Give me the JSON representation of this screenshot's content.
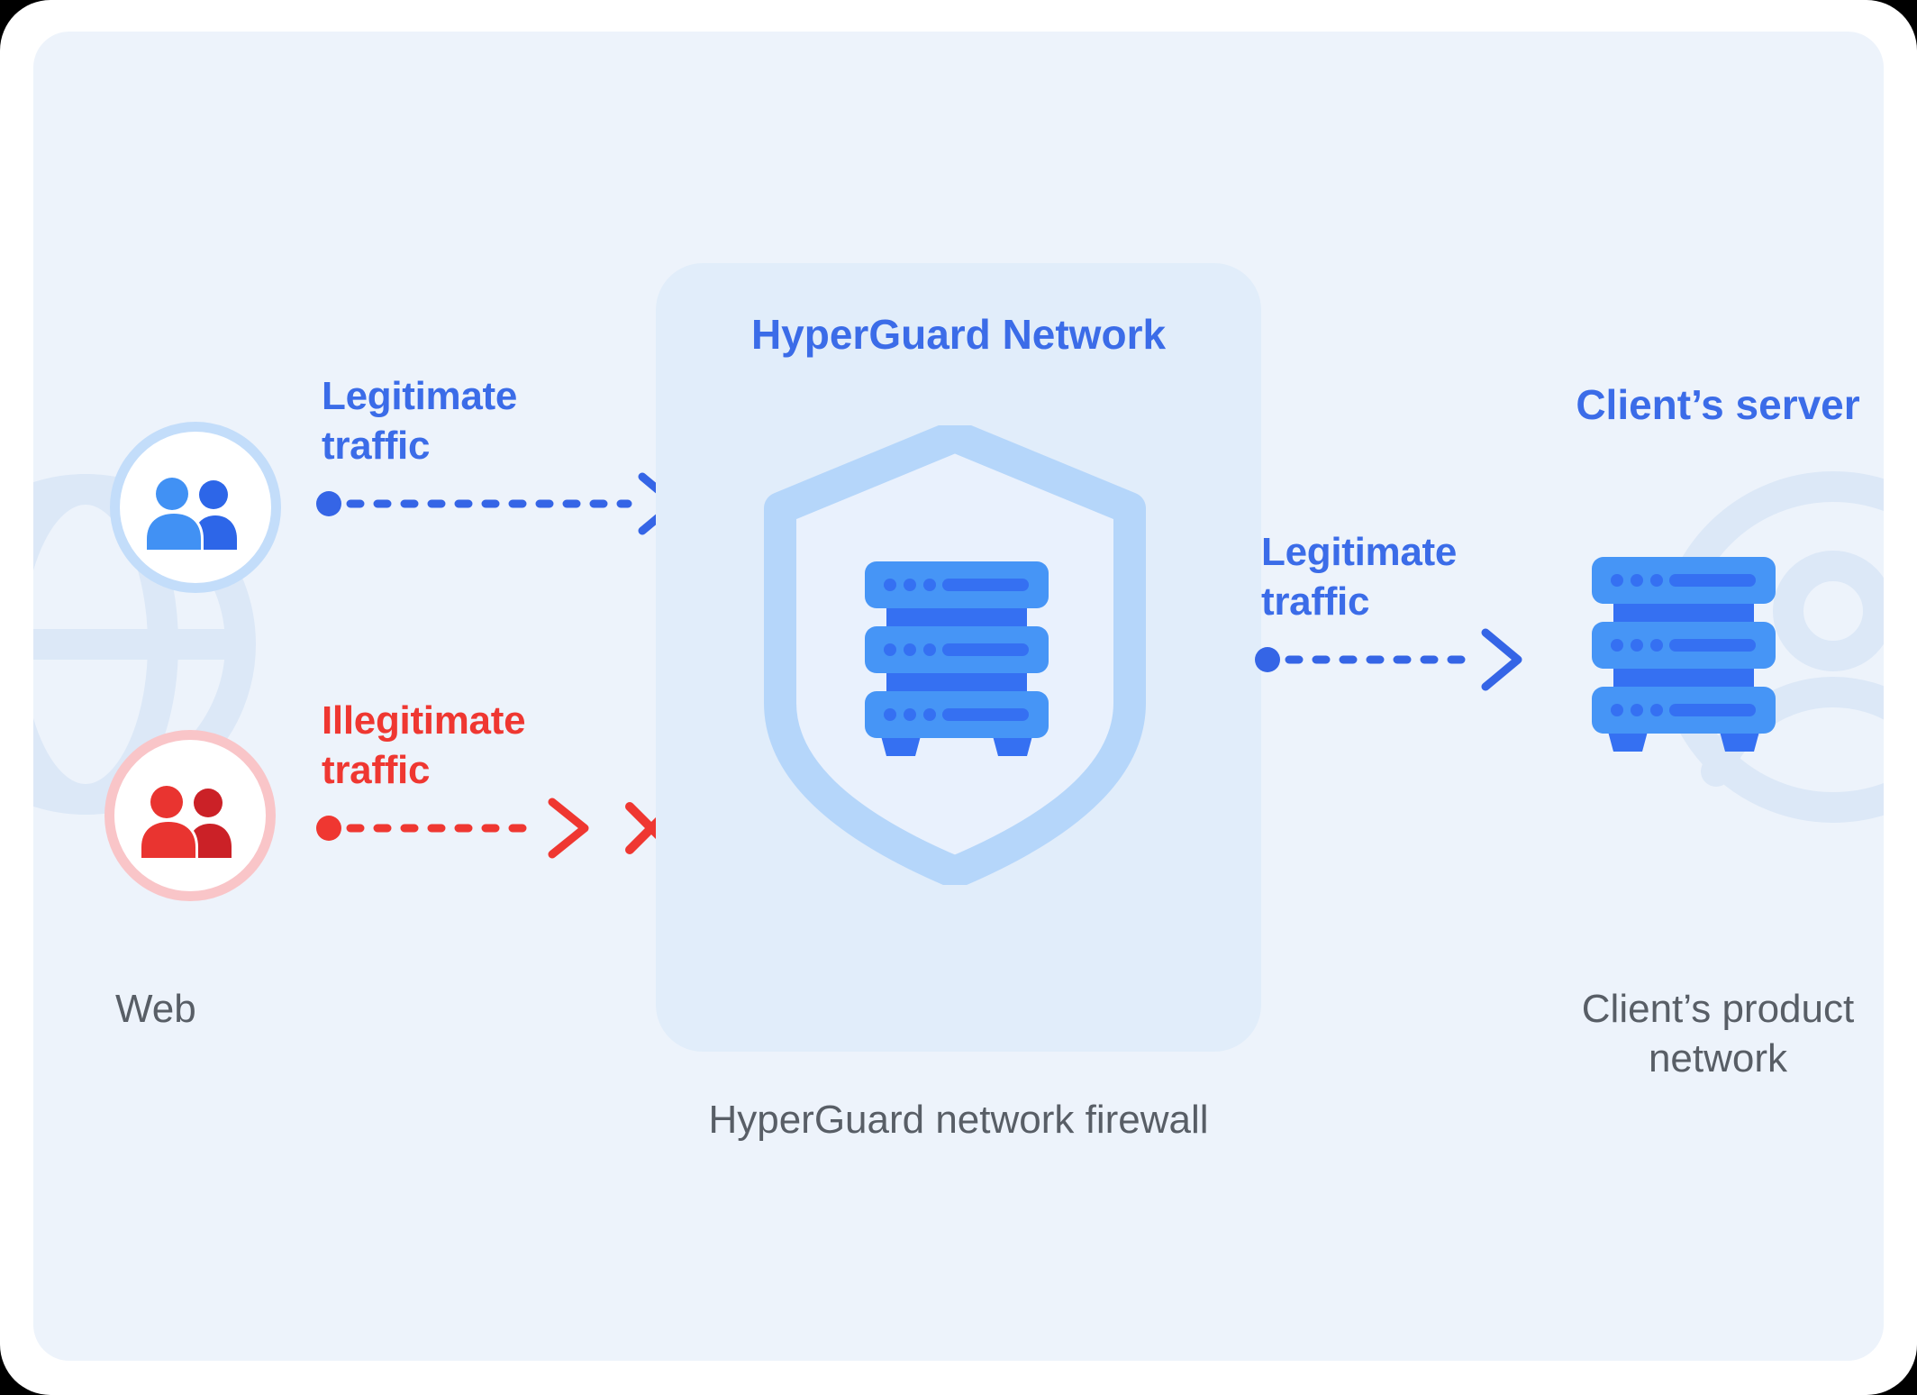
{
  "colors": {
    "card_bg": "#edf3fb",
    "panel_bg": "#e1edfa",
    "decoration": "#dce8f7",
    "accent_text": "#3b6ce8",
    "arrow_blue": "#3565e6",
    "danger": "#ef3731",
    "muted": "#585e66",
    "shield_stroke": "#b5d6fa",
    "shield_fill": "#e9f1fd",
    "server_light": "#4695f6",
    "server_dark": "#3570f2",
    "users_blue_front": "#4191f4",
    "users_blue_back": "#2d66e8",
    "users_red_front": "#e93430",
    "users_red_back": "#cb2127",
    "ring_blue": "#c3ddfa",
    "ring_red": "#f9c5c8",
    "badge_bg": "#ffffff"
  },
  "web": {
    "caption": "Web"
  },
  "flows": {
    "legitimate_in": {
      "label": "Legitimate traffic"
    },
    "illegitimate_in": {
      "label": "Illegitimate traffic"
    },
    "legitimate_out": {
      "label": "Legitimate traffic"
    }
  },
  "firewall": {
    "title": "HyperGuard Network",
    "caption": "HyperGuard network firewall"
  },
  "client": {
    "title": "Client’s server",
    "caption": "Client’s product network"
  },
  "icons": {
    "left_decoration": "globe-icon",
    "right_decoration": "user-circle-icon",
    "source_good": "users-icon-blue",
    "source_bad": "users-icon-red",
    "firewall_icon": "shield-icon",
    "firewall_server": "server-rack-icon",
    "client_server": "server-rack-icon",
    "blocked": "x-mark-icon"
  }
}
